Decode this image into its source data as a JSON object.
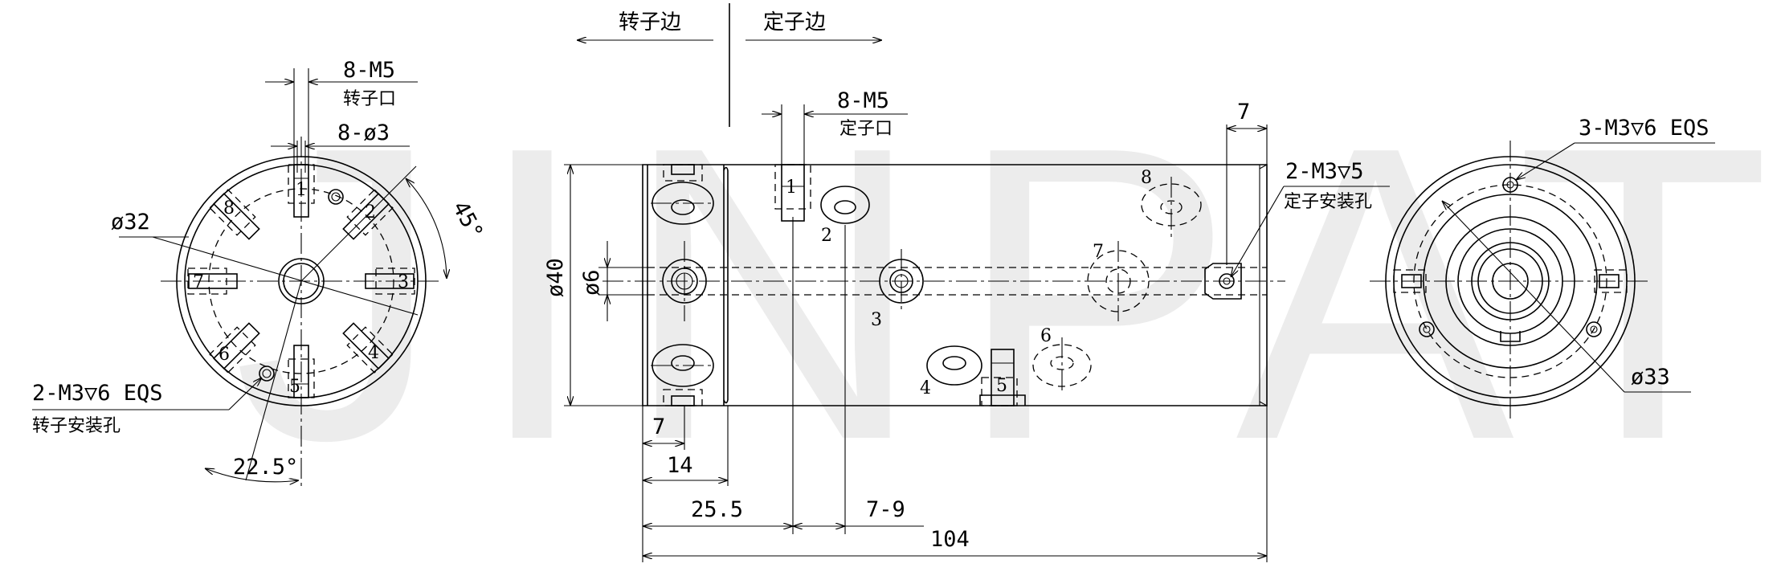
{
  "watermark": "JINPAT",
  "header": {
    "rotor_side": "转子边",
    "stator_side": "定子边"
  },
  "left_view": {
    "thread_spec": "8-M5",
    "thread_label": "转子口",
    "hole_spec": "8-ø3",
    "diameter": "ø32",
    "mount_spec": "2-M3▽6 EQS",
    "mount_label": "转子安装孔",
    "angle_45": "45°",
    "angle_22": "22.5°",
    "port_numbers": [
      "1",
      "2",
      "3",
      "4",
      "5",
      "6",
      "7",
      "8"
    ]
  },
  "side_view": {
    "stator_thread_spec": "8-M5",
    "stator_thread_label": "定子口",
    "stator_mount_spec": "2-M3▽5",
    "stator_mount_label": "定子安装孔",
    "dia_outer": "ø40",
    "dia_bore": "ø6",
    "dim_7_top": "7",
    "dim_7_bottom": "7",
    "dim_14": "14",
    "dim_25_5": "25.5",
    "dim_7_9": "7-9",
    "dim_104": "104",
    "port_numbers": [
      "1",
      "2",
      "3",
      "4",
      "5",
      "6",
      "7",
      "8"
    ]
  },
  "right_view": {
    "mount_spec": "3-M3▽6 EQS",
    "diameter": "ø33"
  }
}
